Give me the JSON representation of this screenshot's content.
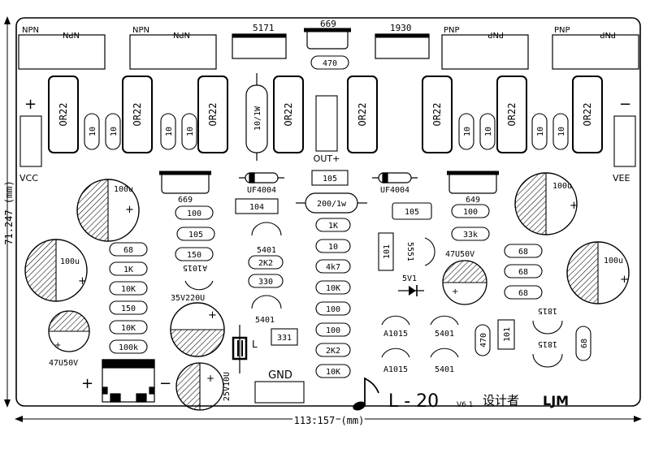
{
  "dimensions": {
    "height": "71.247 (mm)",
    "width": "113.157 (mm)"
  },
  "transistors": {
    "npn_labels": [
      "NPN",
      "NPN",
      "NPN",
      "NPN"
    ],
    "pnp_labels": [
      "PNP",
      "PNP",
      "PNP",
      "PNP"
    ],
    "driver_left": "5171",
    "driver_right": "1930",
    "center_top": "669"
  },
  "power": {
    "plus": "+",
    "minus": "−",
    "vcc": "VCC",
    "vee": "VEE",
    "out": "OUT+",
    "gnd": "GND",
    "cap_plus": "+",
    "cap_minus": "−"
  },
  "resistors": {
    "r470": "470",
    "or22": [
      "OR22",
      "OR22",
      "OR22",
      "OR22",
      "OR22",
      "OR22",
      "OR22",
      "OR22"
    ],
    "r10": [
      "10",
      "10",
      "10",
      "10",
      "10",
      "10",
      "10",
      "10"
    ],
    "r10w": "10/1W",
    "r105a": "105",
    "r104": "104",
    "r200": "200/1w",
    "r105b": "105",
    "r100a": "100",
    "r105c": "105",
    "r150a": "150",
    "left_col": [
      "68",
      "1K",
      "10K",
      "150",
      "10K",
      "100k"
    ],
    "center_col": [
      "1K",
      "10",
      "4k7",
      "10K",
      "100",
      "100",
      "2K2",
      "10K"
    ],
    "r2k2": "2K2",
    "r330": "330",
    "r331": "331",
    "right_100": "100",
    "right_33k": "33k",
    "right_68": [
      "68",
      "68",
      "68"
    ],
    "r470b": "470",
    "r101a": "101",
    "r101b": "101",
    "r68b": "68"
  },
  "diodes": {
    "uf_left": "UF4004",
    "uf_right": "UF4004",
    "zener": "5V1"
  },
  "transistors_small": {
    "t669": "669",
    "t649": "649",
    "a1015_left": "A1015",
    "s5401a": "5401",
    "s5401b": "5401",
    "a1015_b1": "A1015",
    "a1015_b2": "A1015",
    "s5401_b1": "5401",
    "s5401_b2": "5401",
    "s5551": "5551",
    "s1815a": "1815",
    "s1815b": "1815"
  },
  "capacitors": {
    "c100u": [
      "100u",
      "100u",
      "100u",
      "100u"
    ],
    "c47u_right": "47U50V",
    "c47u_left": "47U50V",
    "c35": "35V220U",
    "c25": "25V10U"
  },
  "inductor": "L",
  "footer": {
    "title": "L - 20",
    "version": "V6.1",
    "designer": "设计者",
    "author": "LJM"
  }
}
